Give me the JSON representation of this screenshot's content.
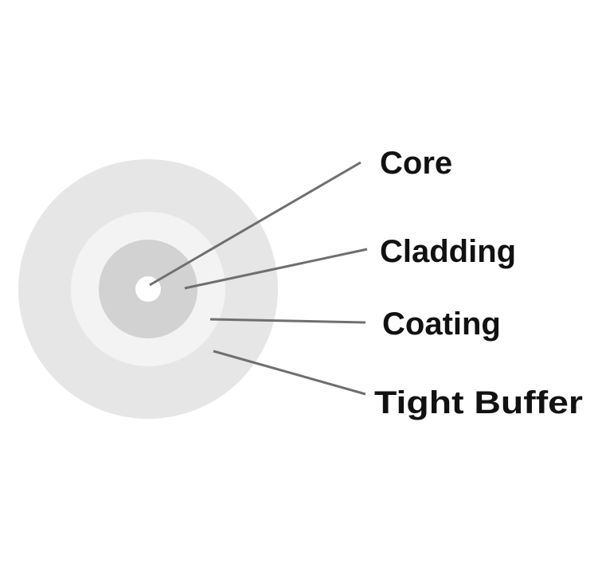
{
  "labels": {
    "core": "Core",
    "cladding": "Cladding",
    "coating": "Coating",
    "tight_buffer": "Tight Buffer"
  },
  "colors": {
    "background": "#ffffff",
    "tight_buffer_layer": "#e6e6e6",
    "coating_layer": "#f3f3f3",
    "cladding_layer": "#d2d2d2",
    "core_layer": "#ffffff",
    "leader_line": "#6f6f6f",
    "label_text": "#111111"
  }
}
